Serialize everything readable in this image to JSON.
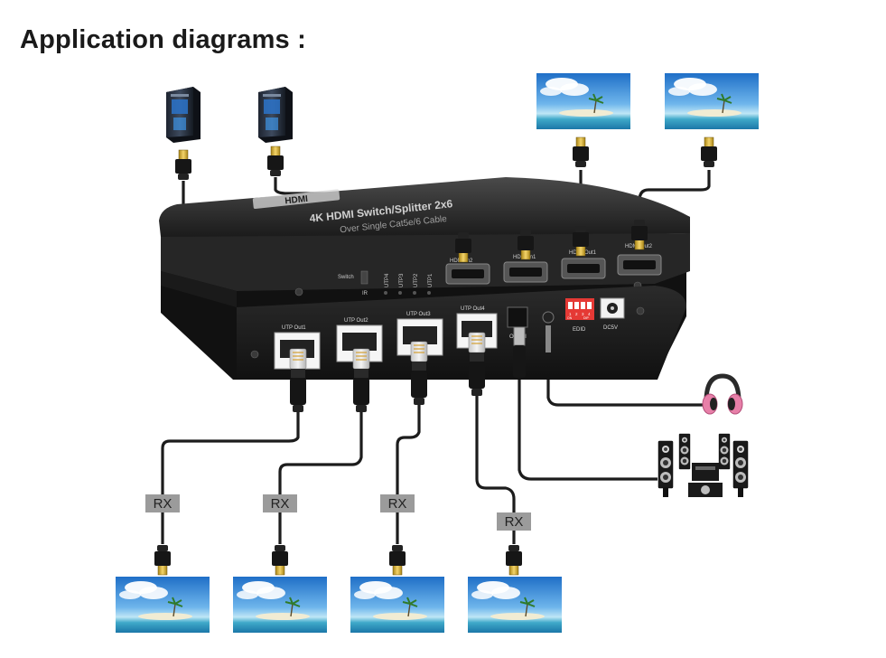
{
  "page": {
    "title": "Application diagrams :"
  },
  "device": {
    "brand": "HDMI",
    "top_text": "4K HDMI Switch/Splitter 2x6",
    "top_subtext": "Over Single Cat5e/6 Cable",
    "hdmi_ports": [
      "HDMI In2",
      "HDMI In1",
      "HDMI Out1",
      "HDMI Out2"
    ],
    "panel_labels": {
      "switch": "Switch",
      "ir": "IR",
      "utp_leds": [
        "UTP4",
        "UTP3",
        "UTP2",
        "UTP1"
      ]
    },
    "rj45_ports": [
      "UTP Out1",
      "UTP Out2",
      "UTP Out3",
      "UTP Out4"
    ],
    "optical": "Optical",
    "edid": "EDID",
    "dip_numbers": [
      "1",
      "2",
      "3",
      "4"
    ],
    "dip_on": "ON",
    "dip_dip": "DIP",
    "dc": "DC5V"
  },
  "receivers": [
    "RX",
    "RX",
    "RX",
    "RX"
  ],
  "colors": {
    "cable": "#1c1c1c",
    "rx_badge": "#9b9b9b",
    "headphone": "#e77fa8",
    "sky": "#2d7fd0",
    "dip": "#e53935"
  },
  "icons": [
    "pc-tower-icon",
    "tv-screen-icon",
    "headphones-icon",
    "speaker-system-icon",
    "hdmi-plug-icon",
    "rj45-plug-icon"
  ]
}
